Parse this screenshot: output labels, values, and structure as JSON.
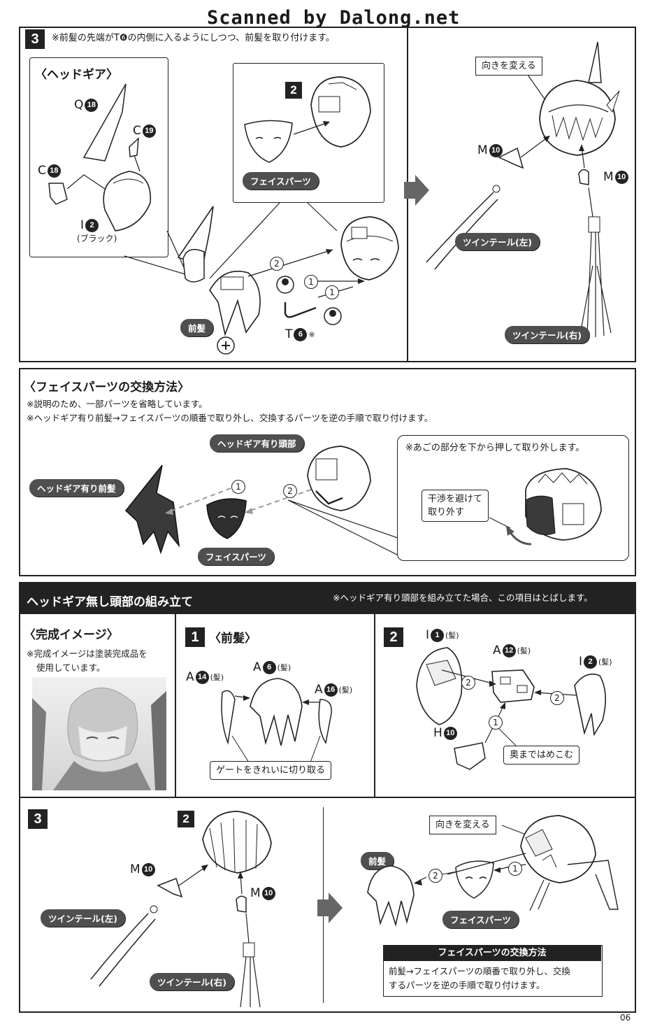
{
  "watermark": "Scanned by Dalong.net",
  "page_number": "06",
  "step3_top": {
    "step": "3",
    "note": "※前髪の先端がT❻の内側に入るようにしつつ、前髪を取り付けます。",
    "headgear_title": "〈ヘッドギア〉",
    "parts": {
      "q18": {
        "letter": "Q",
        "num": "18"
      },
      "c19": {
        "letter": "C",
        "num": "19"
      },
      "c18": {
        "letter": "C",
        "num": "18"
      },
      "i2": {
        "letter": "I",
        "num": "2"
      },
      "i2_note": "(ブラック)",
      "t6": {
        "letter": "T",
        "num": "6",
        "suffix": "※"
      },
      "m10a": {
        "letter": "M",
        "num": "10"
      },
      "m10b": {
        "letter": "M",
        "num": "10"
      }
    },
    "inset_step": "2",
    "face_parts": "フェイスパーツ",
    "bangs": "前髪",
    "change_direction": "向きを変える",
    "twintail_left": "ツインテール(左)",
    "twintail_right": "ツインテール(右)",
    "order_1": "1",
    "order_2": "2"
  },
  "face_exchange": {
    "title": "〈フェイスパーツの交換方法〉",
    "note1": "※説明のため、一部パーツを省略しています。",
    "note2": "※ヘッドギア有り前髪→フェイスパーツの順番で取り外し、交換するパーツを逆の手順で取り付けます。",
    "headgear_head": "ヘッドギア有り頭部",
    "headgear_bangs": "ヘッドギア有り前髪",
    "face_parts": "フェイスパーツ",
    "jaw_note": "※あごの部分を下から押して取り外します。",
    "avoid_line1": "干渉を避けて",
    "avoid_line2": "取り外す",
    "order_1": "1",
    "order_2": "2"
  },
  "no_headgear": {
    "header": "ヘッドギア無し頭部の組み立て",
    "header_note": "※ヘッドギア有り頭部を組み立てた場合、この項目はとばします。",
    "complete_title": "〈完成イメージ〉",
    "complete_note1": "※完成イメージは塗装完成品を",
    "complete_note2": "使用しています。",
    "step1": "1",
    "step1_title": "〈前髪〉",
    "a14": {
      "letter": "A",
      "num": "14",
      "suffix": "(髪)"
    },
    "a6": {
      "letter": "A",
      "num": "6",
      "suffix": "(髪)"
    },
    "a16": {
      "letter": "A",
      "num": "16",
      "suffix": "(髪)"
    },
    "gate_note": "ゲートをきれいに切り取る",
    "step2": "2",
    "i1": {
      "letter": "I",
      "num": "1",
      "suffix": "(髪)"
    },
    "a12": {
      "letter": "A",
      "num": "12",
      "suffix": "(髪)"
    },
    "i2": {
      "letter": "I",
      "num": "2",
      "suffix": "(髪)"
    },
    "h10": {
      "letter": "H",
      "num": "10"
    },
    "push_in": "奥まではめこむ",
    "step3": "3",
    "inset_step": "2",
    "m10a": {
      "letter": "M",
      "num": "10"
    },
    "m10b": {
      "letter": "M",
      "num": "10"
    },
    "twintail_left": "ツインテール(左)",
    "twintail_right": "ツインテール(右)",
    "change_direction": "向きを変える",
    "bangs": "前髪",
    "face_parts": "フェイスパーツ",
    "exchange_box_title": "フェイスパーツの交換方法",
    "exchange_box_line1": "前髪→フェイスパーツの順番で取り外し、交換",
    "exchange_box_line2": "するパーツを逆の手順で取り付けます。",
    "order_1": "1",
    "order_2": "2"
  }
}
